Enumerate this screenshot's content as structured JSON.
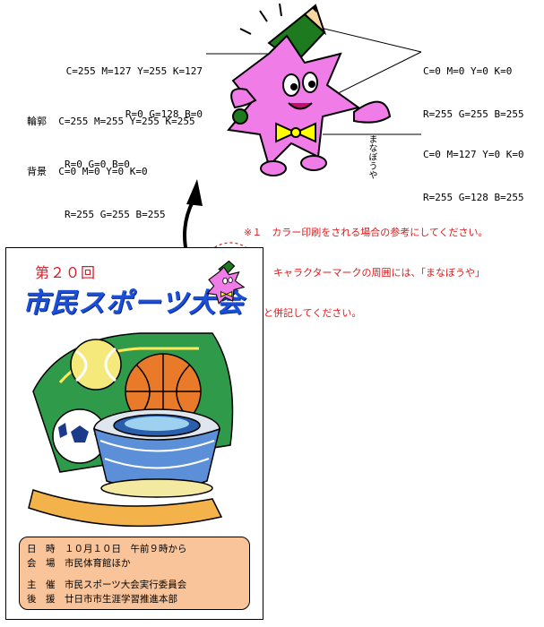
{
  "color_specs": {
    "body": {
      "line1": "C=255 M=127 Y=255 K=127",
      "line2": "R=0 G=128 B=0"
    },
    "outline": {
      "label": "輪郭",
      "line1": "C=255 M=255 Y=255 K=255",
      "line2": "R=0 G=0 B=0"
    },
    "background": {
      "label": "背景",
      "line1": "C=0 M=0 Y=0 K=0",
      "line2": "R=255 G=255 B=255"
    },
    "right_top": {
      "line1": "C=0 M=0 Y=0 K=0",
      "line2": "R=255 G=255 B=255"
    },
    "right_bottom": {
      "line1": "C=0 M=127 Y=0 K=0",
      "line2": "R=255 G=128 B=255"
    }
  },
  "character_name_vertical": "まなぼうや",
  "notes": {
    "line1": "※１　カラー印刷をされる場合の参考にしてください。",
    "line2": "　２　キャラクターマークの周囲には、「まなぼうや」",
    "line3": "　　と併記してください。"
  },
  "poster": {
    "edition": "第２０回",
    "title": "市民スポーツ大会",
    "info": {
      "date_label": "日　時",
      "date_value": "１０月１０日　午前９時から",
      "venue_label": "会　場",
      "venue_value": "市民体育館ほか",
      "host_label": "主　催",
      "host_value": "市民スポーツ大会実行委員会",
      "support_label": "後　援",
      "support_value": "廿日市市生涯学習推進本部"
    }
  },
  "colors": {
    "pink": "#f07ce8",
    "green": "#1e7a1e",
    "yellow": "#ffff00",
    "title_blue": "#1b4fd8",
    "note_red": "#e01818",
    "info_bg": "#f9c49a"
  }
}
